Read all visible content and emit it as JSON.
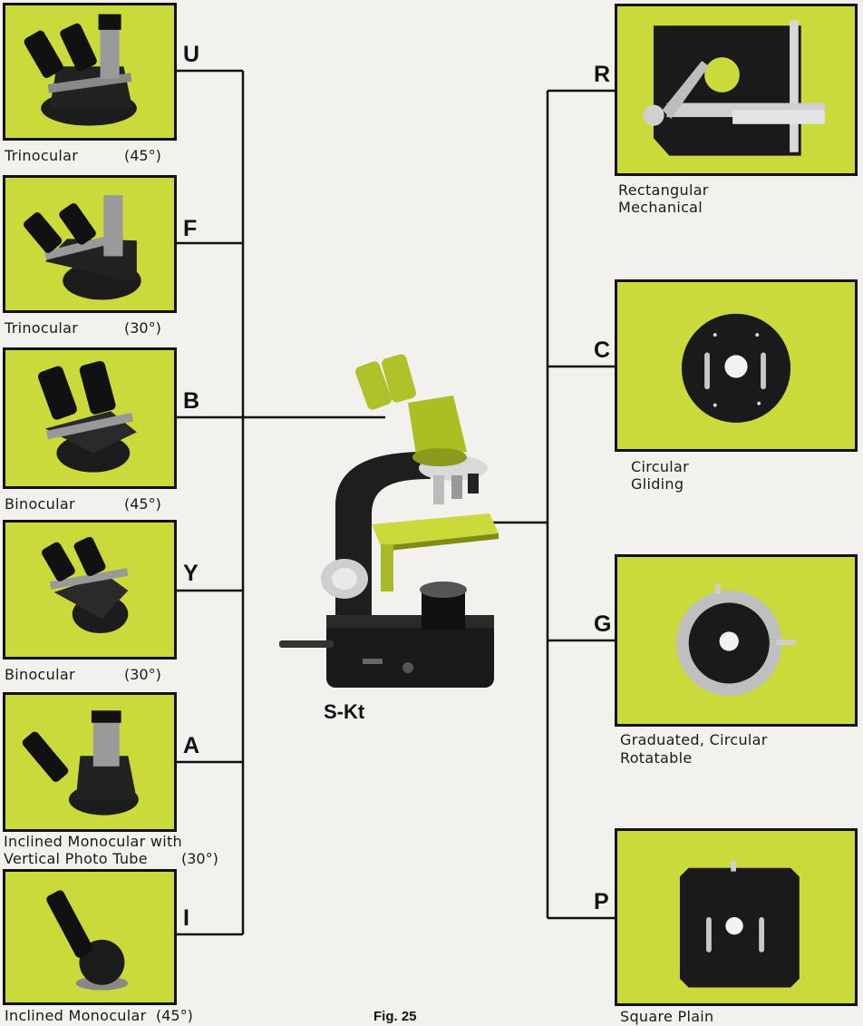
{
  "center": {
    "model": "S-Kt",
    "figure": "Fig. 25"
  },
  "left_options": [
    {
      "letter": "U",
      "caption": "Trinocular",
      "angle": "(45°)",
      "icon": "trinocular-head"
    },
    {
      "letter": "F",
      "caption": "Trinocular",
      "angle": "(30°)",
      "icon": "trinocular-head"
    },
    {
      "letter": "B",
      "caption": "Binocular",
      "angle": "(45°)",
      "icon": "binocular-head"
    },
    {
      "letter": "Y",
      "caption": "Binocular",
      "angle": "(30°)",
      "icon": "binocular-head"
    },
    {
      "letter": "A",
      "caption_line1": "Inclined Monocular with",
      "caption_line2": "Vertical Photo Tube",
      "angle": "(30°)",
      "icon": "monocular-photo-head"
    },
    {
      "letter": "I",
      "caption": "Inclined Monocular",
      "angle": "(45°)",
      "icon": "monocular-head"
    }
  ],
  "right_options": [
    {
      "letter": "R",
      "caption_line1": "Rectangular",
      "caption_line2": "Mechanical",
      "icon": "rectangular-stage"
    },
    {
      "letter": "C",
      "caption_line1": "Circular",
      "caption_line2": "Gliding",
      "icon": "circular-stage"
    },
    {
      "letter": "G",
      "caption_line1": "Graduated, Circular",
      "caption_line2": "Rotatable",
      "icon": "graduated-stage"
    },
    {
      "letter": "P",
      "caption": "Square Plain",
      "icon": "square-stage"
    }
  ],
  "colors": {
    "panel": "#c9da3a",
    "background": "#f2f1ee",
    "line": "#111111"
  }
}
